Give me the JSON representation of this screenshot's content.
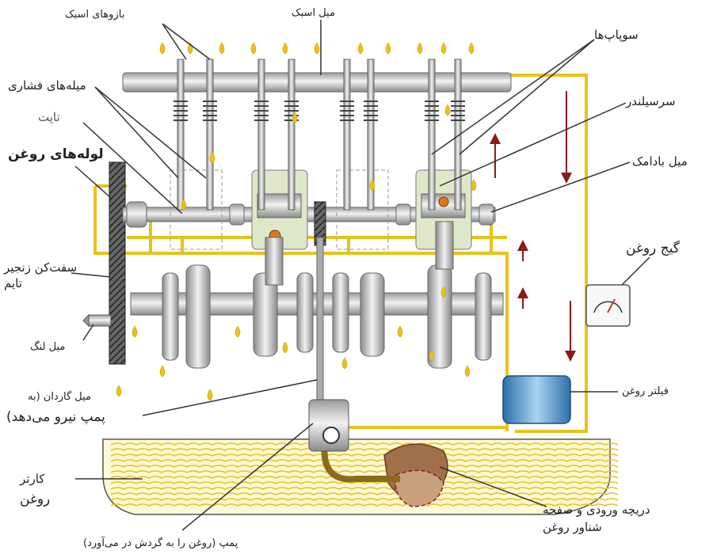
{
  "labels": {
    "rocker_arms": "بازوهای اسبک",
    "rocker_shaft": "میل اسبک",
    "valves": "سوپاپ‌ها",
    "pushrods": "میله‌های فشاری",
    "tappet": "تاپت",
    "cylinder_head": "سرسیلندر",
    "oil_pipes": "لوله‌های روغن",
    "camshaft": "میل بادامک",
    "oil_gauge": "گیج روغن",
    "chain_tensioner_1": "سفت‌کن زنجیر",
    "chain_tensioner_2": "تایم",
    "crankshaft": "میل لنگ",
    "oil_filter": "فیلتر روغن",
    "drive_shaft_1": "میل گاردان (به",
    "drive_shaft_2": "پمپ نیرو می‌دهد)",
    "oil_pan_1": "کارتر",
    "oil_pan_2": "روغن",
    "intake_1": "دریچه ورودی و صفحه",
    "intake_2": "شناور روغن",
    "pump": "پمپ (روغن را به گردش در می‌آورد)"
  },
  "colors": {
    "oil": "#e8c21a",
    "metal": "#c8c8c8",
    "flow_arrow": "#8b1a1a",
    "filter": "#5a9fd4",
    "leader": "#333333"
  }
}
